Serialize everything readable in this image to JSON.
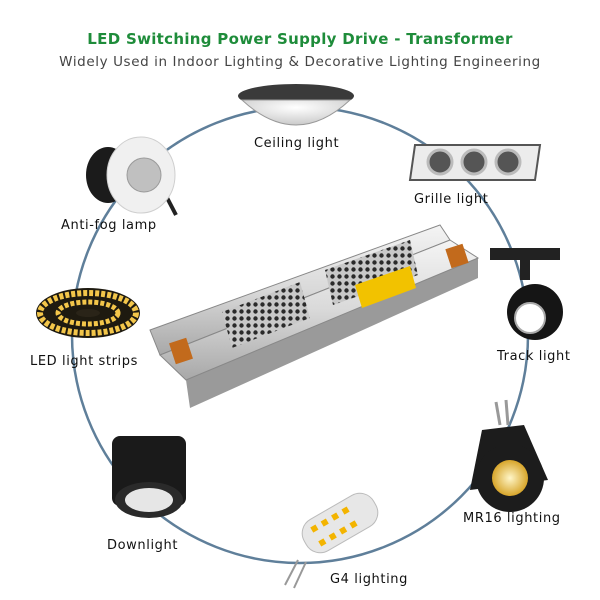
{
  "header": {
    "title": "LED Switching Power Supply Drive - Transformer",
    "subtitle": "Widely Used in Indoor Lighting & Decorative Lighting Engineering"
  },
  "items": [
    {
      "label": "Ceiling light"
    },
    {
      "label": "Grille light"
    },
    {
      "label": "Track light"
    },
    {
      "label": "MR16 lighting"
    },
    {
      "label": "G4 lighting"
    },
    {
      "label": "Downlight"
    },
    {
      "label": "LED light strips"
    },
    {
      "label": "Anti-fog lamp"
    }
  ],
  "colors": {
    "title": "#1e8c3a",
    "ring": "#5f7f9a"
  }
}
